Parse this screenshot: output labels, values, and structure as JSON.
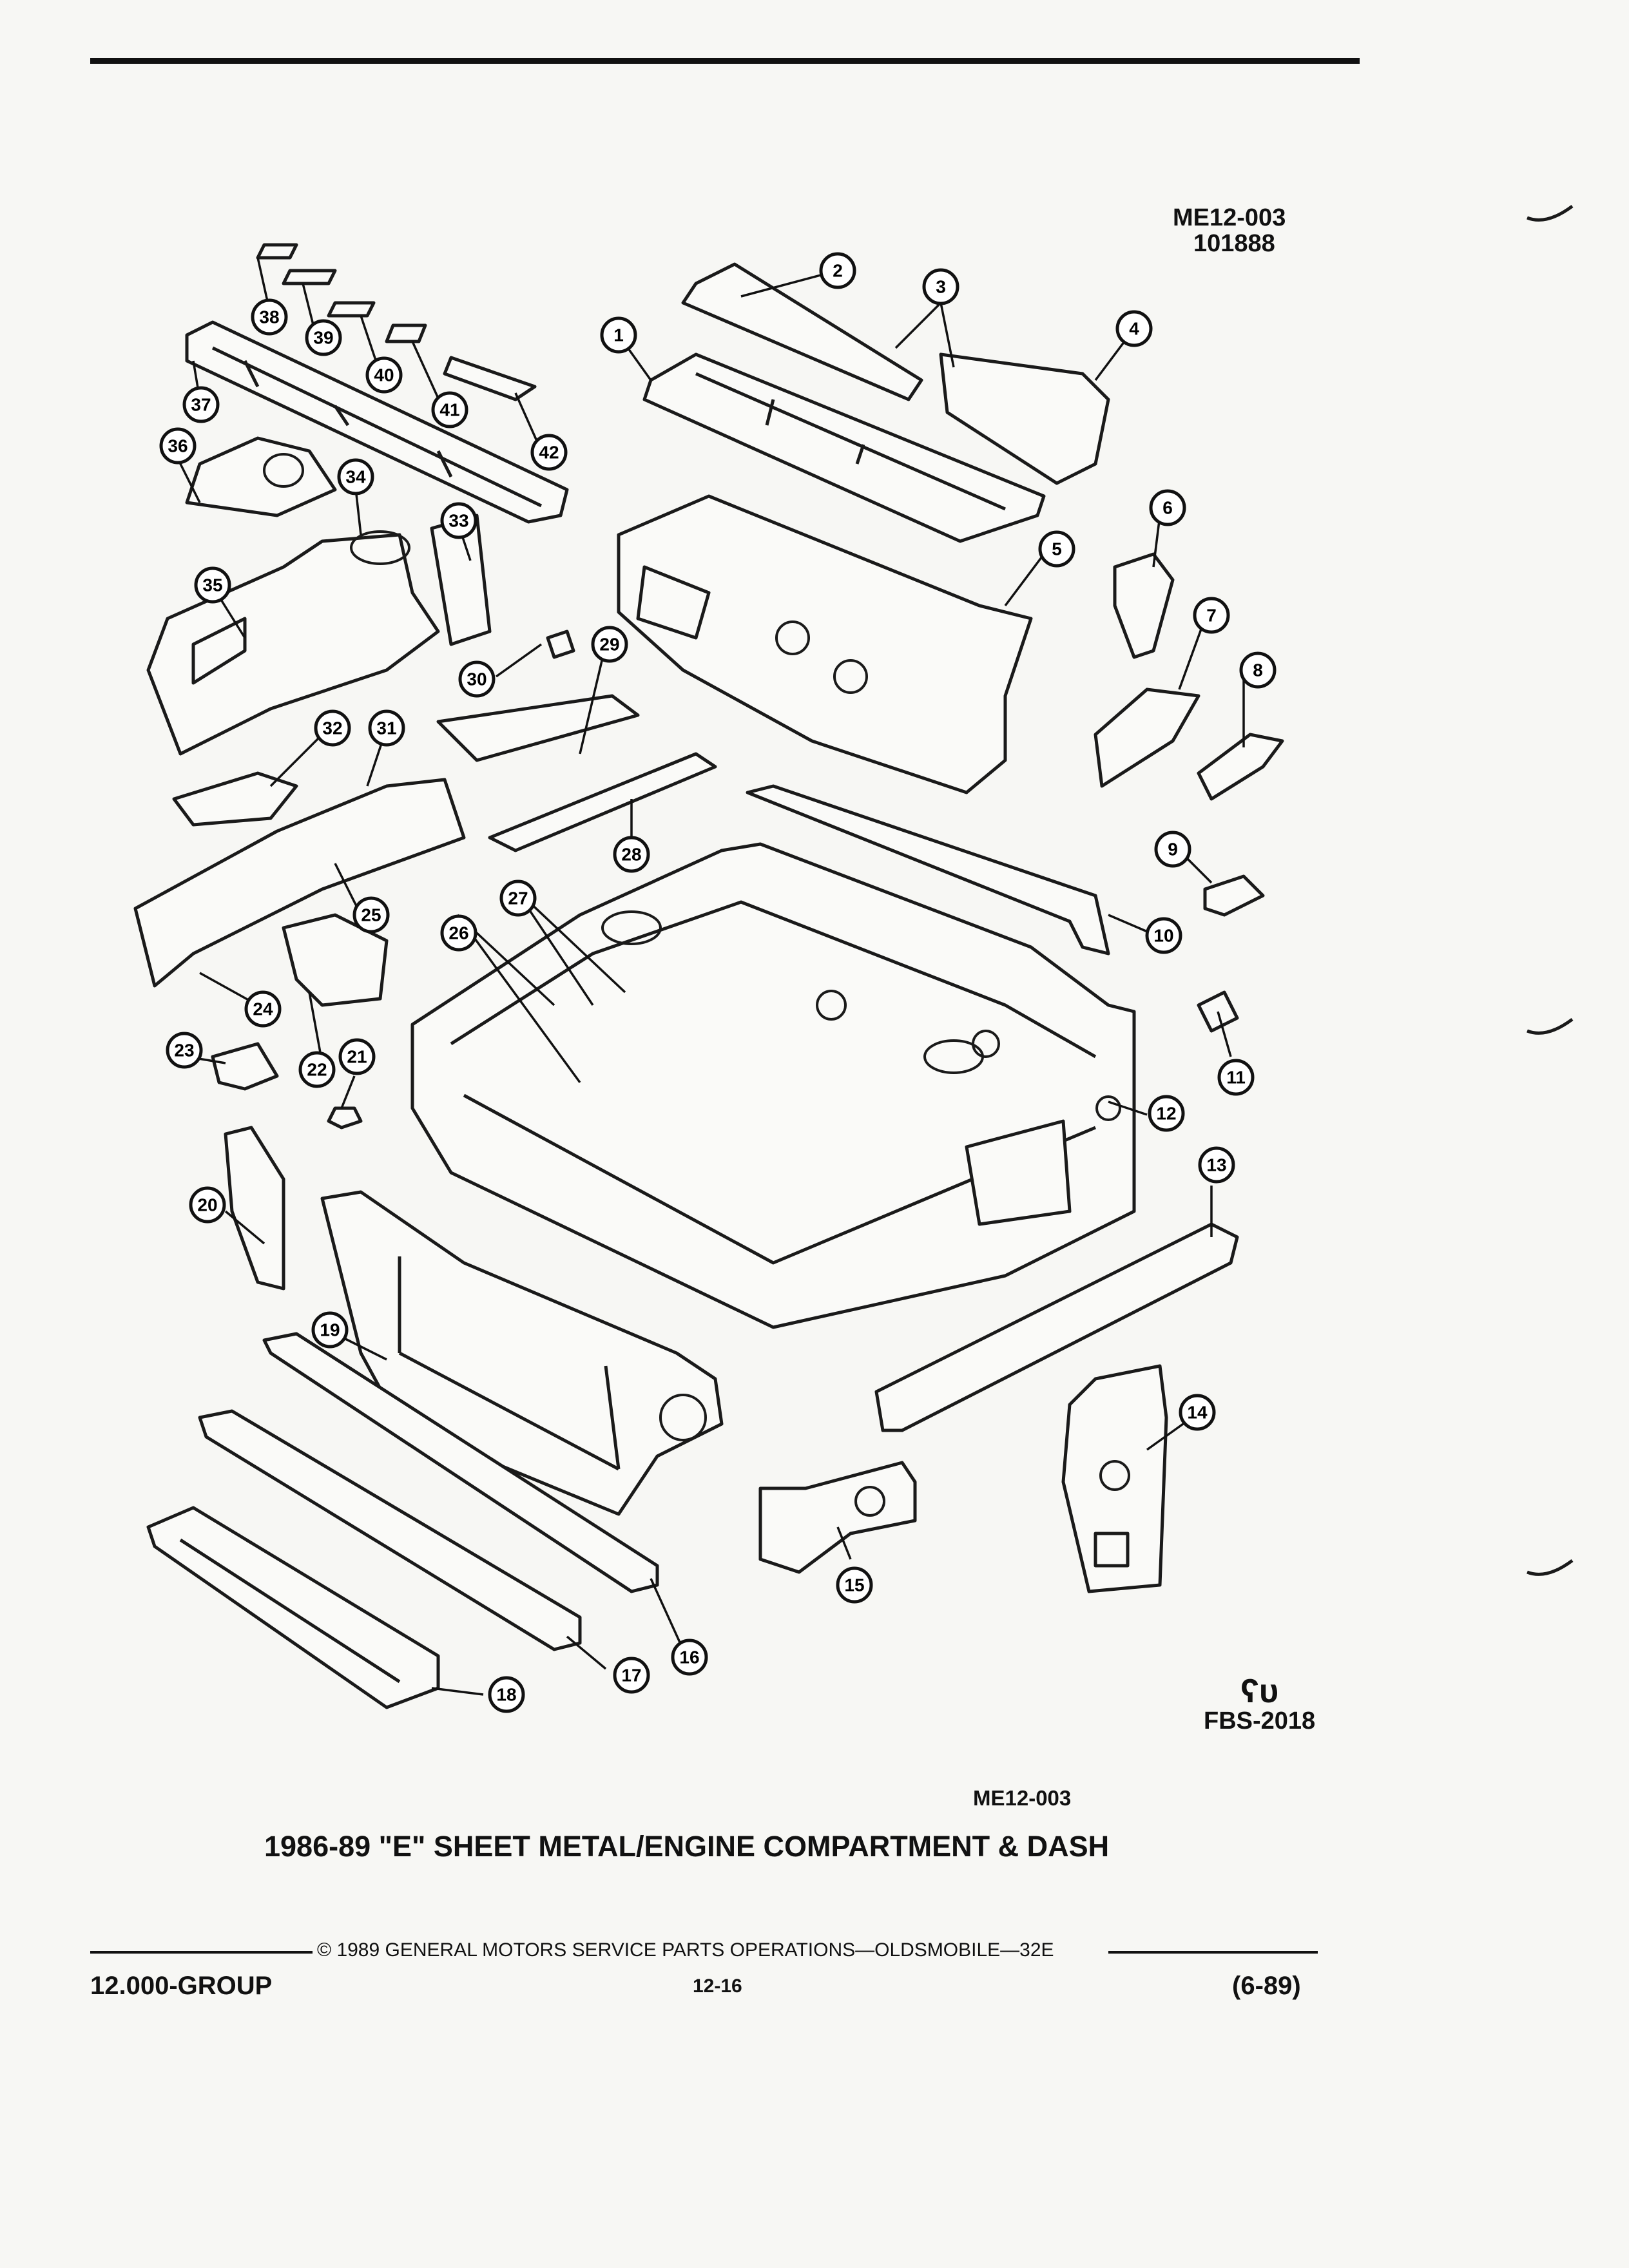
{
  "header": {
    "ref_code": "ME12-003",
    "ref_number": "101888"
  },
  "diagram": {
    "callouts": [
      "1",
      "2",
      "3",
      "4",
      "5",
      "6",
      "7",
      "8",
      "9",
      "10",
      "11",
      "12",
      "13",
      "14",
      "15",
      "16",
      "17",
      "18",
      "19",
      "20",
      "21",
      "22",
      "23",
      "24",
      "25",
      "26",
      "27",
      "28",
      "29",
      "30",
      "31",
      "32",
      "33",
      "34",
      "35",
      "36",
      "37",
      "38",
      "39",
      "40",
      "41",
      "42"
    ]
  },
  "marks": {
    "symbol": "ʕᴜ",
    "fbs_code": "FBS-2018"
  },
  "caption": {
    "code": "ME12-003",
    "title": "1986-89 \"E\" SHEET METAL/ENGINE COMPARTMENT & DASH"
  },
  "footer": {
    "copyright": "© 1989  GENERAL MOTORS SERVICE PARTS OPERATIONS—OLDSMOBILE—32E",
    "group": "12.000-GROUP",
    "page": "12-16",
    "date": "(6-89)"
  }
}
